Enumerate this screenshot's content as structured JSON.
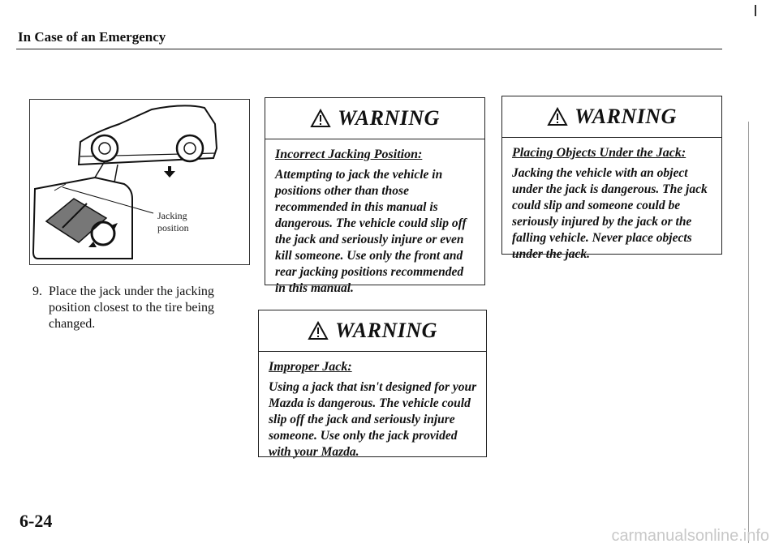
{
  "header": {
    "title": "In Case of an Emergency"
  },
  "figure": {
    "label_line1": "Jacking",
    "label_line2": "position"
  },
  "step": {
    "number": "9.",
    "text": "Place the jack under the jacking position closest to the tire being changed."
  },
  "warnings": [
    {
      "title": "WARNING",
      "subtitle": "Incorrect Jacking Position:",
      "body": "Attempting to jack the vehicle in positions other than those recommended in this manual is dangerous. The vehicle could slip off the jack and seriously injure or even kill someone. Use only the front and rear jacking positions recommended in this manual."
    },
    {
      "title": "WARNING",
      "subtitle": "Placing Objects Under the Jack:",
      "body": "Jacking the vehicle with an object under the jack is dangerous. The jack could slip and someone could be seriously injured by the jack or the falling vehicle. Never place objects under the jack."
    },
    {
      "title": "WARNING",
      "subtitle": "Improper Jack:",
      "body": "Using a jack that isn't designed for your Mazda is dangerous. The vehicle could slip off the jack and seriously injure someone. Use only the jack provided with your Mazda."
    }
  ],
  "footer": {
    "page_number": "6-24",
    "watermark": "carmanualsonline.info"
  },
  "icons": {
    "warning": "warning-triangle-icon",
    "jack": "jack-illustration"
  }
}
